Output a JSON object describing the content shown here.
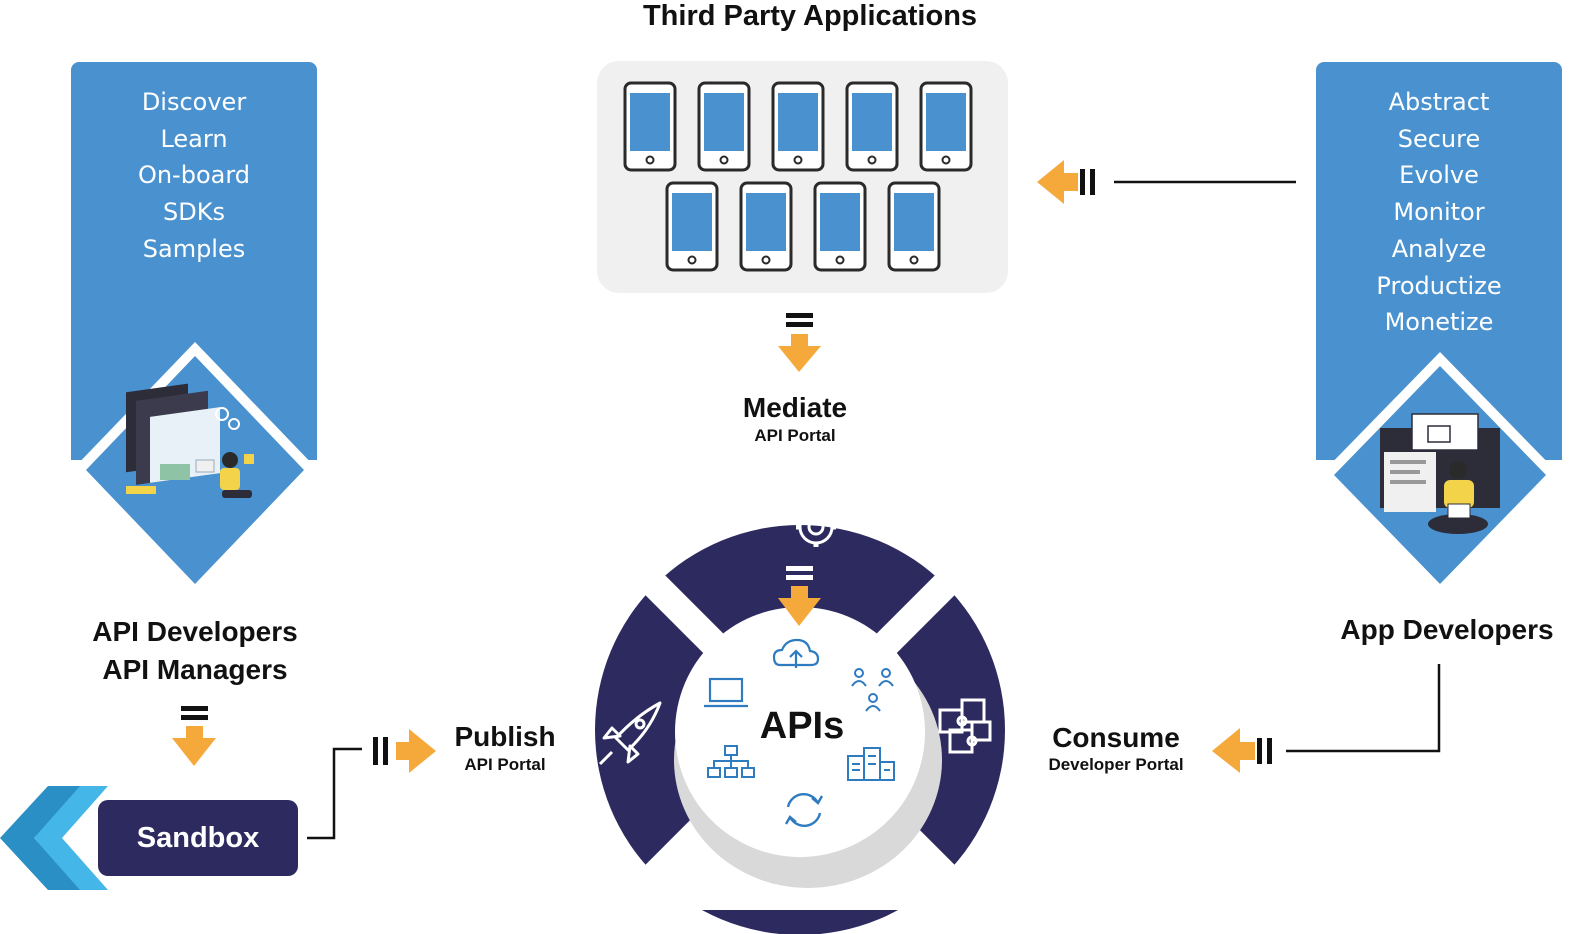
{
  "title": "Third Party Applications",
  "left_panel": {
    "items": [
      "Discover",
      "Learn",
      "On-board",
      "SDKs",
      "Samples"
    ],
    "role_line1": "API Developers",
    "role_line2": "API Managers"
  },
  "right_panel": {
    "items": [
      "Abstract",
      "Secure",
      "Evolve",
      "Monitor",
      "Analyze",
      "Productize",
      "Monetize"
    ],
    "role": "App Developers"
  },
  "sandbox_label": "Sandbox",
  "publish": {
    "title": "Publish",
    "subtitle": "API Portal"
  },
  "mediate": {
    "title": "Mediate",
    "subtitle": "API Portal"
  },
  "consume": {
    "title": "Consume",
    "subtitle": "Developer Portal"
  },
  "center_label": "APIs",
  "colors": {
    "panel_blue": "#4a92cf",
    "navy": "#2c2a5e",
    "arrow_orange": "#f6a93b",
    "phone_screen": "#4a92cf",
    "icon_blue": "#2f7bc0"
  },
  "icons": [
    "gear-icon",
    "rocket-icon",
    "puzzle-icon",
    "cloud-upload-icon",
    "monitor-icon",
    "people-network-icon",
    "hierarchy-icon",
    "buildings-icon",
    "sync-icon",
    "phone-icon"
  ]
}
